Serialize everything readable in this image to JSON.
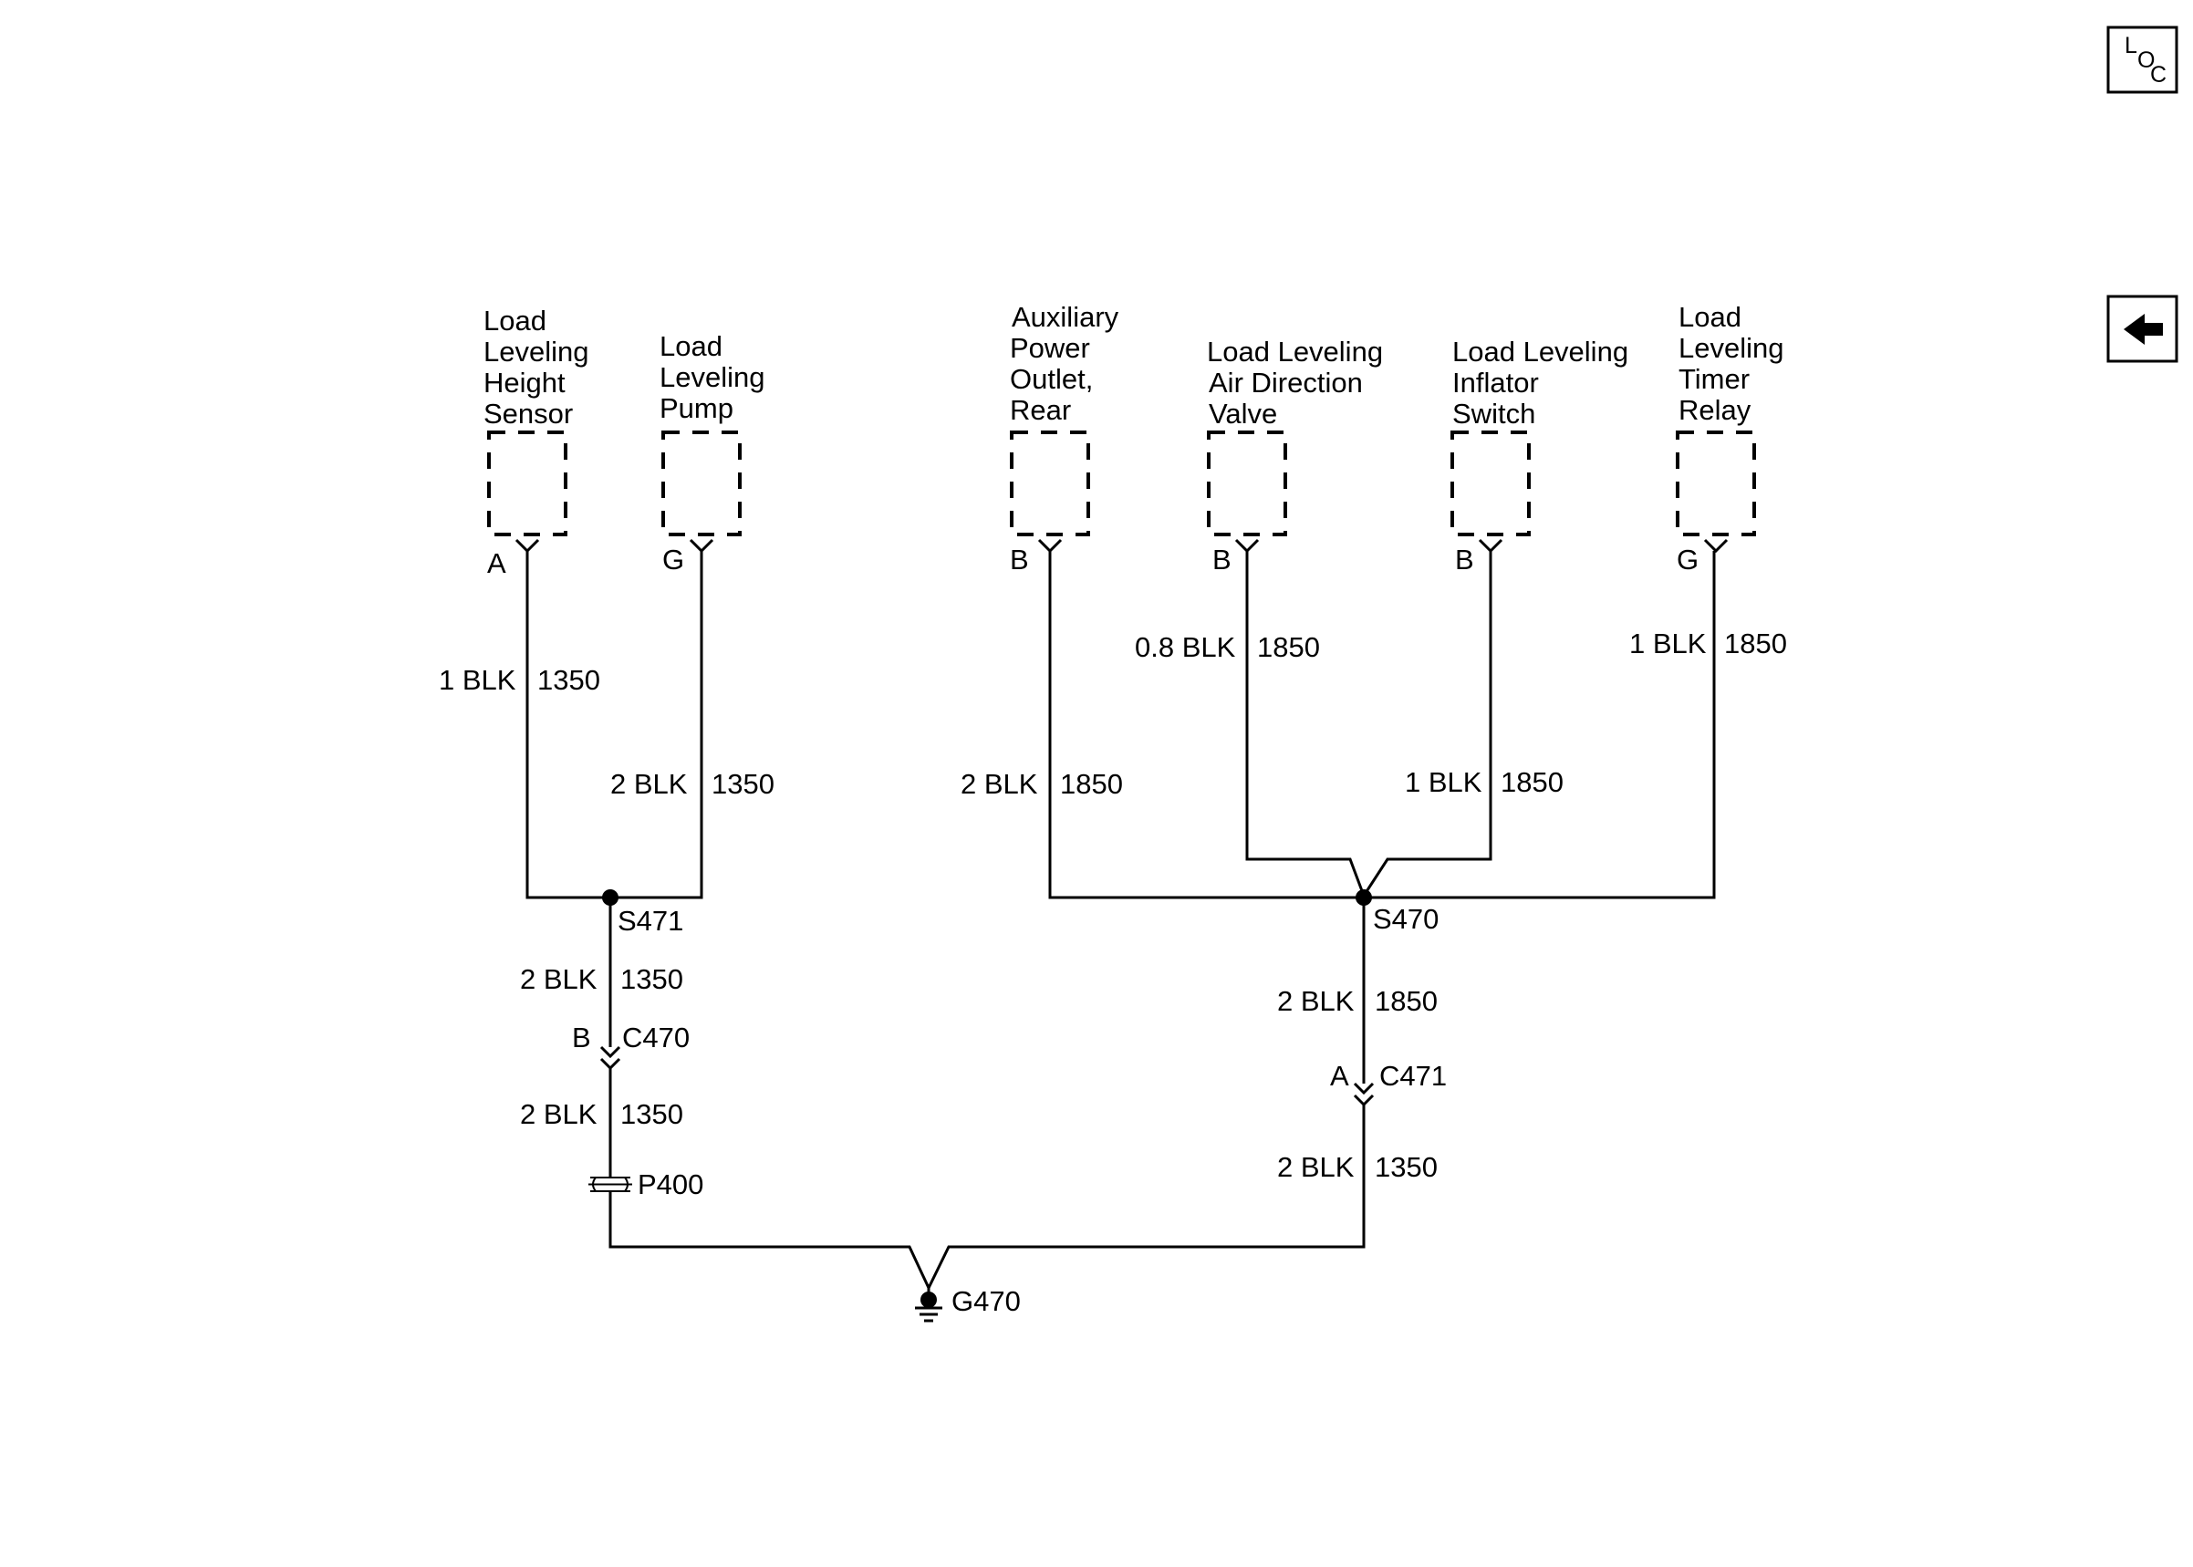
{
  "components": [
    {
      "id": "height-sensor",
      "label_lines": [
        "Load",
        "Leveling",
        "Height",
        "Sensor"
      ],
      "terminal": "A"
    },
    {
      "id": "pump",
      "label_lines": [
        "Load",
        "Leveling",
        "Pump"
      ],
      "terminal": "G"
    },
    {
      "id": "aux-outlet",
      "label_lines": [
        "Auxiliary",
        "Power",
        "Outlet,",
        "Rear"
      ],
      "terminal": "B"
    },
    {
      "id": "air-valve",
      "label_lines": [
        "Load Leveling",
        "Air Direction",
        "Valve"
      ],
      "terminal": "B"
    },
    {
      "id": "inflator-switch",
      "label_lines": [
        "Load Leveling",
        "Inflator",
        "Switch"
      ],
      "terminal": "B"
    },
    {
      "id": "timer-relay",
      "label_lines": [
        "Load",
        "Leveling",
        "Timer",
        "Relay"
      ],
      "terminal": "G"
    }
  ],
  "wires": [
    {
      "id": "height-sensor-wire",
      "size": "1 BLK",
      "circuit": "1350"
    },
    {
      "id": "pump-wire",
      "size": "2 BLK",
      "circuit": "1350"
    },
    {
      "id": "aux-outlet-wire",
      "size": "2 BLK",
      "circuit": "1850"
    },
    {
      "id": "air-valve-wire",
      "size": "0.8 BLK",
      "circuit": "1850"
    },
    {
      "id": "inflator-switch-wire",
      "size": "1 BLK",
      "circuit": "1850"
    },
    {
      "id": "timer-relay-wire",
      "size": "1 BLK",
      "circuit": "1850"
    },
    {
      "id": "s471-to-c470-wire",
      "size": "2 BLK",
      "circuit": "1350"
    },
    {
      "id": "c470-to-p400-wire",
      "size": "2 BLK",
      "circuit": "1350"
    },
    {
      "id": "s470-to-c471-wire",
      "size": "2 BLK",
      "circuit": "1850"
    },
    {
      "id": "c471-to-ground-wire",
      "size": "2 BLK",
      "circuit": "1350"
    }
  ],
  "splices": {
    "left": "S471",
    "right": "S470"
  },
  "connectors": {
    "c470": {
      "name": "C470",
      "pin": "B"
    },
    "c471": {
      "name": "C471",
      "pin": "A"
    }
  },
  "pass_through": "P400",
  "ground": "G470",
  "nav": {
    "loc_icon": "loc-icon",
    "loc_letters": [
      "L",
      "O",
      "C"
    ],
    "back_icon": "back-arrow-icon"
  }
}
